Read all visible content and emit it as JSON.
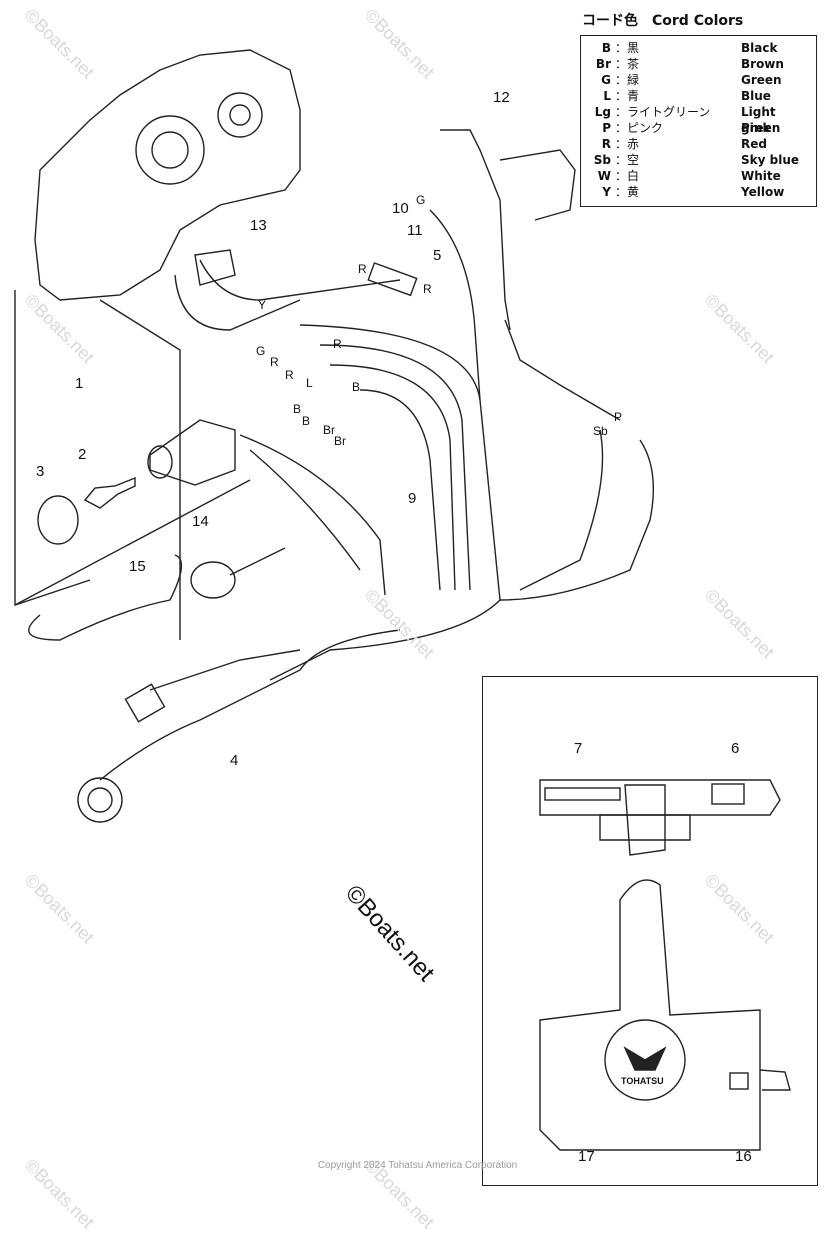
{
  "legend": {
    "title": "コード色　Cord Colors",
    "rows": [
      {
        "code": "B",
        "jp": "：黒",
        "en": "Black"
      },
      {
        "code": "Br",
        "jp": "：茶",
        "en": "Brown"
      },
      {
        "code": "G",
        "jp": "：緑",
        "en": "Green"
      },
      {
        "code": "L",
        "jp": "：青",
        "en": "Blue"
      },
      {
        "code": "Lg",
        "jp": "：ライトグリーン",
        "en": "Light green"
      },
      {
        "code": "P",
        "jp": "：ピンク",
        "en": "Pink"
      },
      {
        "code": "R",
        "jp": "：赤",
        "en": "Red"
      },
      {
        "code": "Sb",
        "jp": "：空",
        "en": "Sky blue"
      },
      {
        "code": "W",
        "jp": "：白",
        "en": "White"
      },
      {
        "code": "Y",
        "jp": "：黄",
        "en": "Yellow"
      }
    ]
  },
  "callouts": [
    "1",
    "2",
    "3",
    "4",
    "5",
    "6",
    "7",
    "9",
    "10",
    "11",
    "12",
    "13",
    "14",
    "15",
    "16",
    "17"
  ],
  "wire_labels": [
    "G",
    "R",
    "R",
    "Y",
    "G",
    "R",
    "R",
    "L",
    "B",
    "B",
    "B",
    "Br",
    "Br",
    "P",
    "Sb",
    "R"
  ],
  "watermark": "©Boats.net",
  "brand": "©Boats.net",
  "inset_logo_text": "TOHATSU",
  "copyright": "Copyright 2024 Tohatsu America Corporation"
}
